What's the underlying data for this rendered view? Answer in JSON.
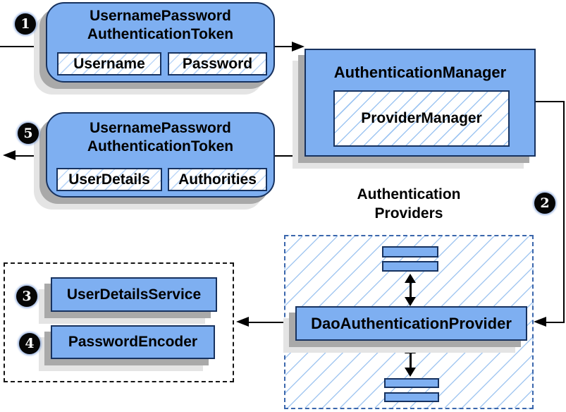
{
  "colors": {
    "node_fill": "#7eaff1",
    "node_border": "#17325f",
    "hatch_line": "#9fc6f2",
    "providers_dash_border": "#3a66ac",
    "shadow_dark": "#a9a9a9",
    "shadow_light": "#e4e4e4",
    "arrow": "#000000",
    "dotted_frame": "#141414"
  },
  "badges": {
    "b1": "1",
    "b2": "2",
    "b3": "3",
    "b4": "4",
    "b5": "5"
  },
  "token_request": {
    "title1": "UsernamePassword",
    "title2": "AuthenticationToken",
    "fields": [
      "Username",
      "Password"
    ]
  },
  "auth_manager": {
    "title": "AuthenticationManager",
    "inner": "ProviderManager"
  },
  "token_response": {
    "title1": "UsernamePassword",
    "title2": "AuthenticationToken",
    "fields": [
      "UserDetails",
      "Authorities"
    ]
  },
  "providers": {
    "label1": "Authentication",
    "label2": "Providers",
    "provider": "DaoAuthenticationProvider"
  },
  "services": {
    "items": [
      "UserDetailsService",
      "PasswordEncoder"
    ]
  }
}
